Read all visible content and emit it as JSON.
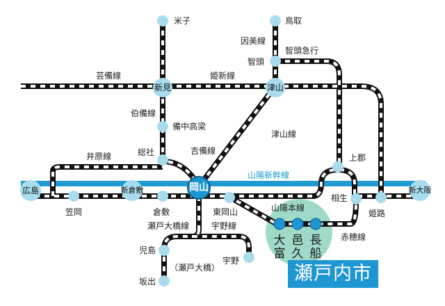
{
  "colors": {
    "track_dark": "#111111",
    "track_light": "#ffffff",
    "shinkansen": "#1f9bd1",
    "station": "#a8dcec",
    "major_station": "#a8dcec",
    "okayama_station": "#1e96d2",
    "setouchi_area": "#9fd9c8",
    "setouchi_station": "#1e96d2",
    "city_box": "#1e96d2"
  },
  "lines": {
    "geibi": "芸備線",
    "kishin": "姫新線",
    "inbi": "因美線",
    "chizu_kyuko": "智頭急行",
    "hakubi": "伯備線",
    "kibi": "吉備線",
    "tsuyama": "津山線",
    "ibara": "井原線",
    "sanyo_shinkansen": "山陽新幹線",
    "sanyo_honsen": "山陽本線",
    "seto_ohashi": "瀬戸大橋線",
    "uno": "宇野線",
    "ako": "赤穂線",
    "seto_ohashi_paren": "（瀬戸大橋）"
  },
  "stations": {
    "yonago": "米子",
    "tottori": "鳥取",
    "chizu": "智頭",
    "niimi": "新見",
    "tsuyama": "津山",
    "bitchu_takahashi": "備中高梁",
    "soja": "総社",
    "kamigori": "上郡",
    "hiroshima": "広島",
    "shin_kurashiki": "新倉敷",
    "okayama": "岡山",
    "shin_osaka": "新大阪",
    "kasaoka": "笠岡",
    "kurashiki": "倉敷",
    "higashi_okayama": "東岡山",
    "aioi": "相生",
    "himeji": "姫路",
    "kojima": "児島",
    "uno": "宇野",
    "sakaide": "坂出",
    "ofu": "大富",
    "oku": "邑久",
    "osafune": "長船"
  },
  "city": "瀬戸内市"
}
